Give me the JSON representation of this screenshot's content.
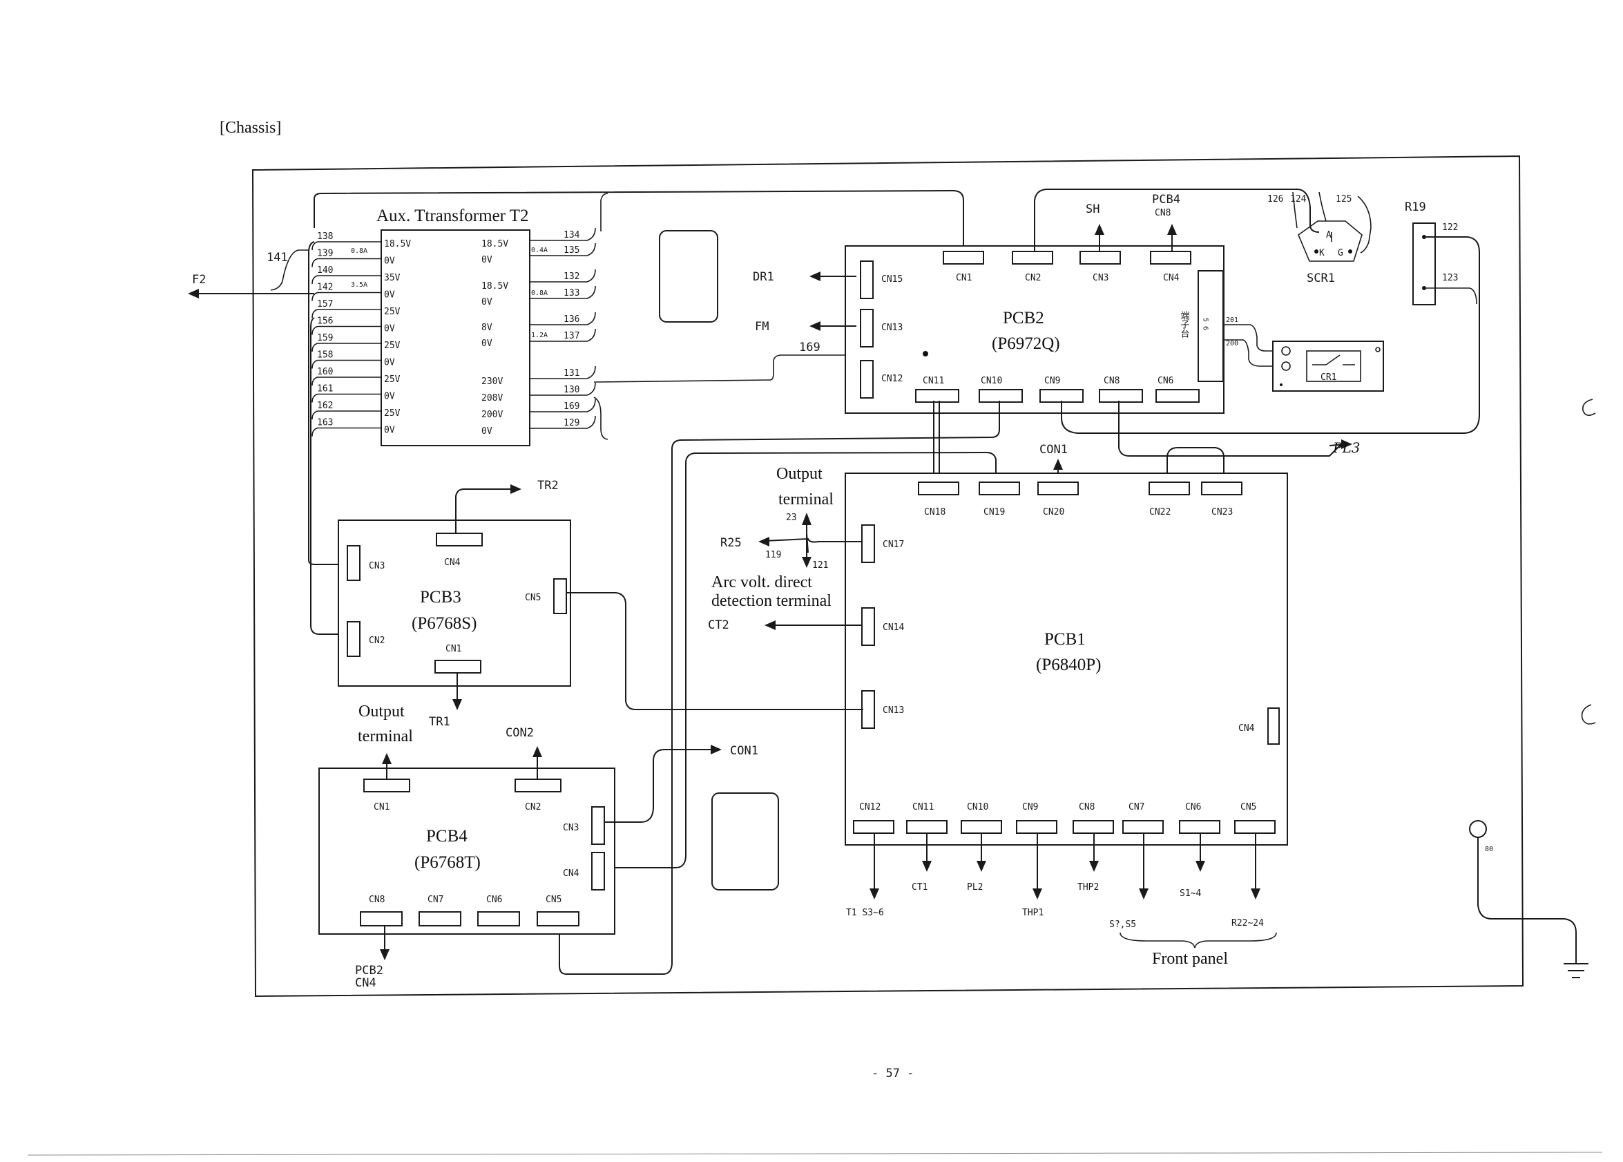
{
  "page": {
    "heading": "[Chassis]",
    "page_number": "- 57 -"
  },
  "transformer": {
    "title": "Aux. Ttransformer T2",
    "left_voltages": [
      "18.5V",
      "0V",
      "35V",
      "0V",
      "25V",
      "0V",
      "25V",
      "0V",
      "25V",
      "0V",
      "25V",
      "0V"
    ],
    "right_voltages": [
      "18.5V",
      "0V",
      "18.5V",
      "0V",
      "8V",
      "0V",
      "230V",
      "208V",
      "200V",
      "0V"
    ],
    "left_wires": [
      "138",
      "139",
      "140",
      "142",
      "157",
      "156",
      "159",
      "158",
      "160",
      "161",
      "162",
      "163"
    ],
    "right_wires": [
      "134",
      "135",
      "132",
      "133",
      "136",
      "137",
      "131",
      "130",
      "169",
      "129"
    ],
    "left_currents": [
      "0.8A",
      "3.5A"
    ],
    "right_currents": [
      "0.4A",
      "0.8A",
      "1.2A"
    ],
    "wire_141": "141",
    "f2": "F2"
  },
  "pcb2": {
    "name": "PCB2",
    "part": "(P6972Q)",
    "connectors_top": [
      "CN1",
      "CN2",
      "CN3",
      "CN4"
    ],
    "connectors_left": [
      "CN15",
      "CN13",
      "CN12"
    ],
    "connectors_bottom": [
      "CN11",
      "CN10",
      "CN9",
      "CN8",
      "CN6"
    ],
    "terminal_block": "端子台",
    "terminal_numbers": "5 6",
    "dr1": "DR1",
    "fm": "FM",
    "wire_169": "169",
    "sh": "SH",
    "pcb4_cn8": [
      "PCB4",
      "CN8"
    ]
  },
  "scr": {
    "wires": [
      "126",
      "124",
      "125"
    ],
    "name": "SCR1",
    "pins": [
      "A",
      "K",
      "G"
    ]
  },
  "r19": {
    "name": "R19",
    "wires": [
      "122",
      "123"
    ]
  },
  "cr1": {
    "name": "CR1",
    "wires": [
      "201",
      "200"
    ]
  },
  "pl3": "PL3",
  "con1_top": "CON1",
  "pcb1": {
    "name": "PCB1",
    "part": "(P6840P)",
    "connectors_top": [
      "CN18",
      "CN19",
      "CN20",
      "CN22",
      "CN23"
    ],
    "connectors_left": [
      "CN17",
      "CN14",
      "CN13"
    ],
    "cn4": "CN4",
    "connectors_bottom": [
      "CN12",
      "CN11",
      "CN10",
      "CN9",
      "CN8",
      "CN7",
      "CN6",
      "CN5"
    ],
    "bottom_destinations": [
      "T1 S3~6",
      "CT1",
      "PL2",
      "THP1",
      "THP2",
      "S1~4"
    ],
    "front_left": "S?,S5",
    "front_right": "R22~24",
    "front_panel": "Front panel",
    "output_terminal": [
      "Output",
      "terminal"
    ],
    "wire_23": "23",
    "r25": "R25",
    "wire_119": "119",
    "wire_121": "121",
    "arc_volt": [
      "Arc volt. direct",
      "detection terminal"
    ],
    "ct2": "CT2"
  },
  "pcb3": {
    "name": "PCB3",
    "part": "(P6768S)",
    "connectors": [
      "CN3",
      "CN4",
      "CN5",
      "CN2",
      "CN1"
    ],
    "tr2": "TR2",
    "tr1": "TR1"
  },
  "pcb4": {
    "name": "PCB4",
    "part": "(P6768T)",
    "output_terminal": [
      "Output",
      "terminal"
    ],
    "con2": "CON2",
    "con1": "CON1",
    "connectors_top": [
      "CN1",
      "CN2"
    ],
    "connectors_right": [
      "CN3",
      "CN4"
    ],
    "connectors_bottom": [
      "CN8",
      "CN7",
      "CN6",
      "CN5"
    ],
    "pcb2_cn4": [
      "PCB2",
      "CN4"
    ]
  },
  "ground": {
    "wire": "80"
  }
}
